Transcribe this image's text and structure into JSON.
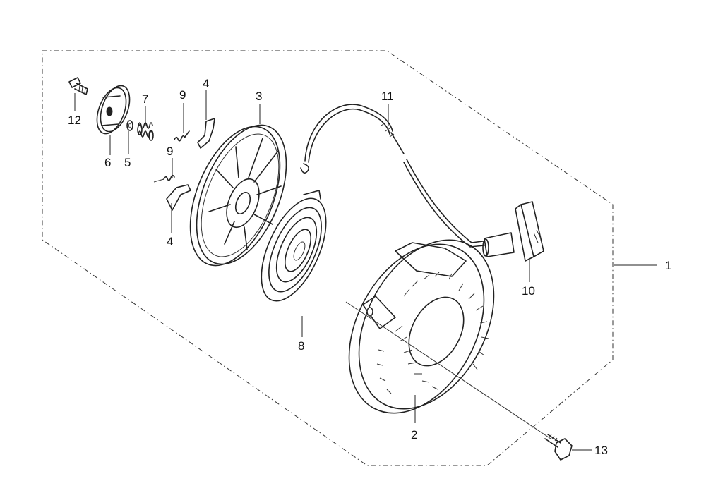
{
  "callouts": {
    "c1": "1",
    "c2": "2",
    "c3": "3",
    "c4a": "4",
    "c4b": "4",
    "c5": "5",
    "c6": "6",
    "c7": "7",
    "c8": "8",
    "c9a": "9",
    "c9b": "9",
    "c10": "10",
    "c11": "11",
    "c12": "12",
    "c13": "13"
  }
}
